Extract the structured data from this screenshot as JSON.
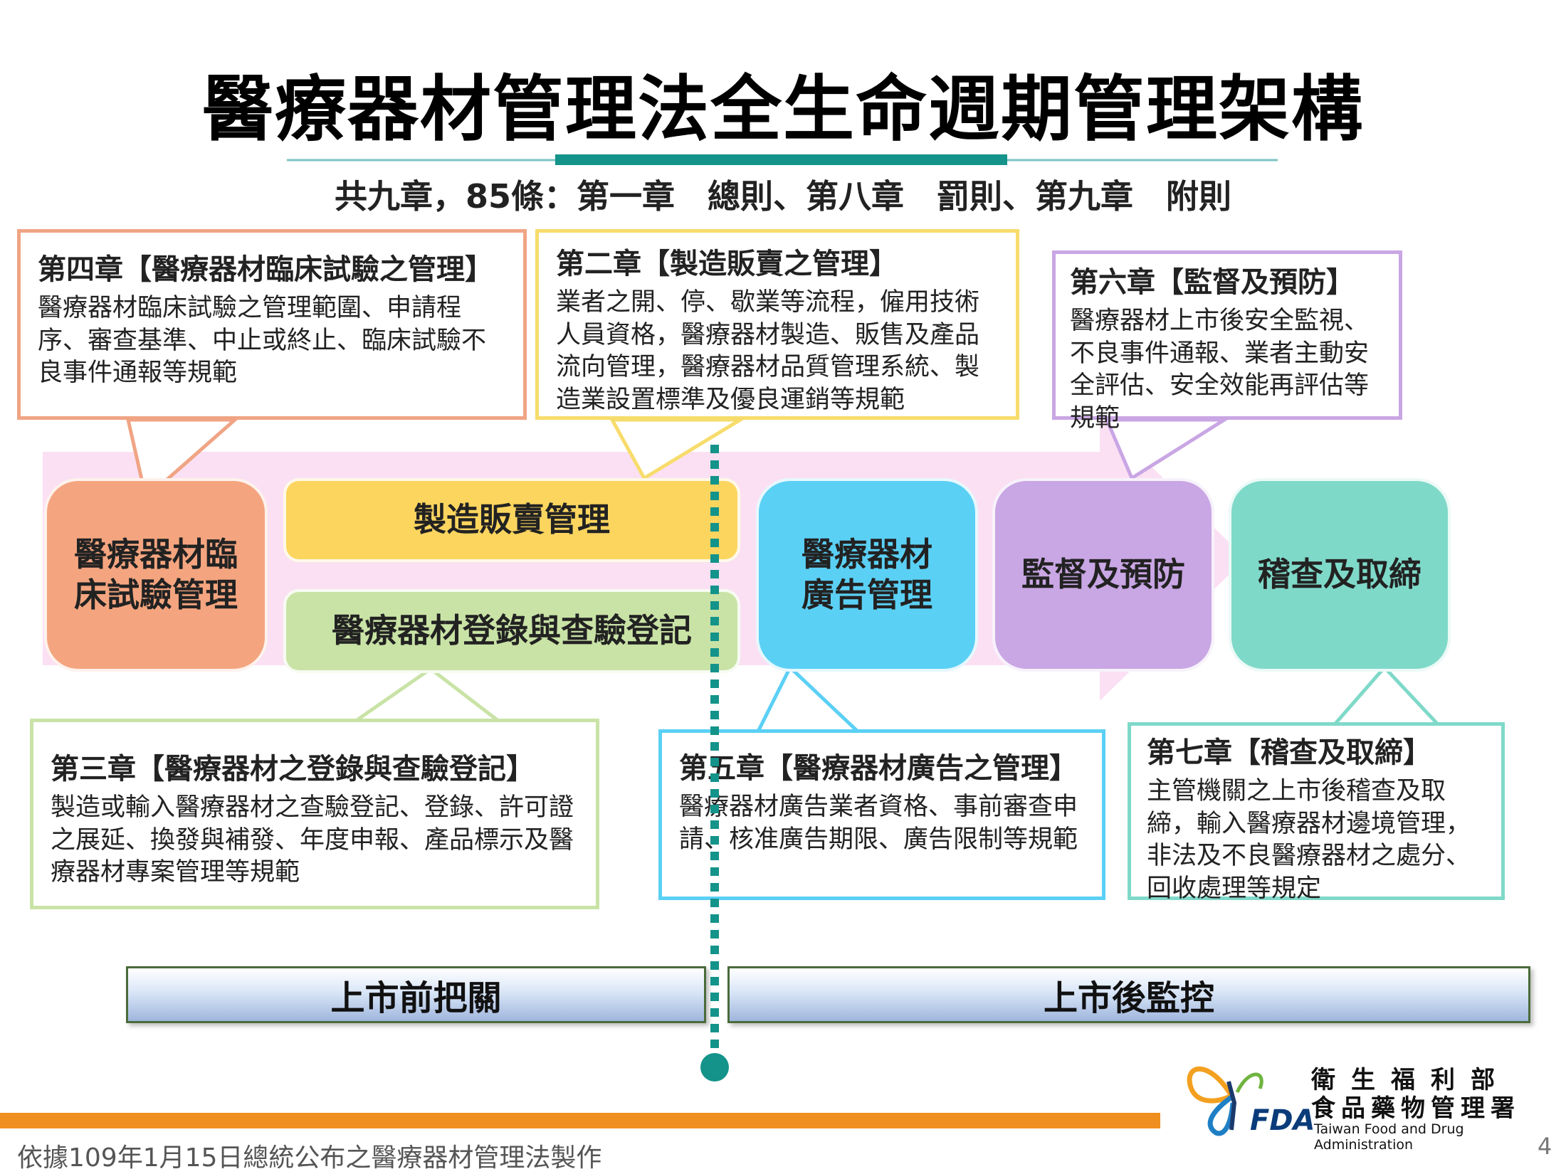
{
  "title": "醫療器材管理法全生命週期管理架構",
  "subtitle": "共九章，85條：第一章　總則、第八章　罰則、第九章　附則",
  "stages": {
    "clinical": "醫療器材臨床試驗管理",
    "manufacture": "製造販賣管理",
    "registration": "醫療器材登錄與查驗登記",
    "advertising": "醫療器材廣告管理",
    "surveillance": "監督及預防",
    "inspection": "稽查及取締"
  },
  "callouts": {
    "ch4": {
      "head": "第四章【醫療器材臨床試驗之管理】",
      "body": "醫療器材臨床試驗之管理範圍、申請程序、審查基準、中止或終止、臨床試驗不良事件通報等規範"
    },
    "ch2": {
      "head": "第二章【製造販賣之管理】",
      "body": "業者之開、停、歇業等流程，僱用技術人員資格，醫療器材製造、販售及產品流向管理，醫療器材品質管理系統、製造業設置標準及優良運銷等規範"
    },
    "ch6": {
      "head": "第六章【監督及預防】",
      "body": "醫療器材上市後安全監視、不良事件通報、業者主動安全評估、安全效能再評估等規範"
    },
    "ch3": {
      "head": "第三章【醫療器材之登錄與查驗登記】",
      "body": "製造或輸入醫療器材之查驗登記、登錄、許可證之展延、換發與補發、年度申報、產品標示及醫療器材專案管理等規範"
    },
    "ch5": {
      "head": "第五章【醫療器材廣告之管理】",
      "body": "醫療器材廣告業者資格、事前審查申請、核准廣告期限、廣告限制等規範"
    },
    "ch7": {
      "head": "第七章【稽查及取締】",
      "body": "主管機關之上市後稽查及取締，輸入醫療器材邊境管理，非法及不良醫療器材之處分、回收處理等規定"
    }
  },
  "phases": {
    "pre": "上市前把關",
    "post": "上市後監控"
  },
  "footer": {
    "note": "依據109年1月15日總統公布之醫療器材管理法製作",
    "page": "4"
  },
  "logo": {
    "org_line1": "衛生福利部",
    "org_line2": "食品藥物管理署",
    "org_en": "Taiwan Food and Drug Administration",
    "mark": "FDA"
  },
  "colors": {
    "clinical": "#f4a57f",
    "manufacture": "#fcd55f",
    "registration": "#c9e3a6",
    "advertising": "#5bd0f5",
    "surveillance": "#c9a6e4",
    "inspection": "#7fd9c9",
    "arrow": "#fbe0f3",
    "teal": "#13938a",
    "orange": "#ef8f1f"
  }
}
